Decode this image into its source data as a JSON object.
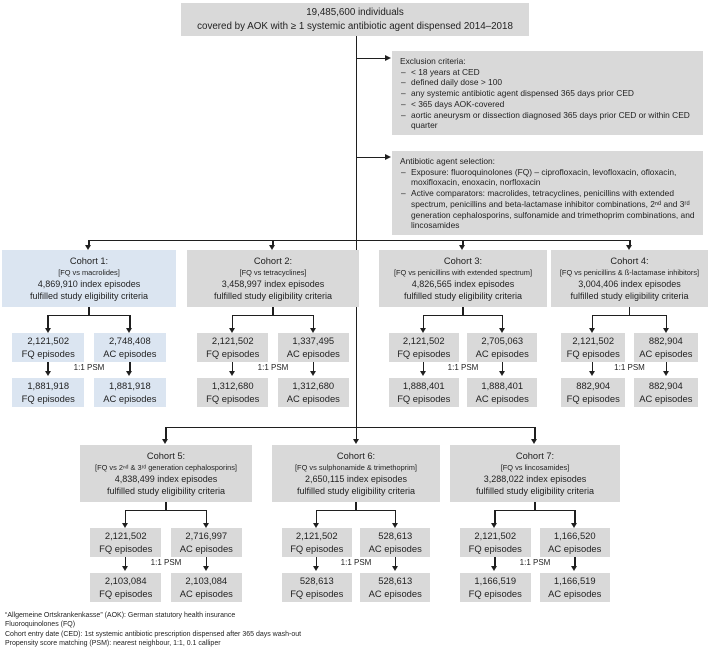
{
  "colors": {
    "box_gray": "#d9d9d9",
    "box_blue": "#dbe5f1",
    "line": "#1f1f1f"
  },
  "top_box": {
    "line1": "19,485,600 individuals",
    "line2": "covered by AOK with ≥ 1 systemic antibiotic agent dispensed 2014–2018"
  },
  "exclusion": {
    "title": "Exclusion criteria:",
    "items": [
      "< 18 years at CED",
      "defined daily dose > 100",
      "any systemic antibiotic agent dispensed 365 days prior CED",
      "< 365 days AOK-covered",
      "aortic aneurysm or dissection diagnosed 365 days prior CED or within CED quarter"
    ]
  },
  "selection": {
    "title": "Antibiotic agent selection:",
    "items": [
      "Exposure: fluoroquinolones (FQ) – ciprofloxacin, levofloxacin, ofloxacin, moxifloxacin, enoxacin, norfloxacin",
      "Active comparators: macrolides, tetracyclines, penicillins with extended spectrum, penicillins and beta-lactamase inhibitor combinations, 2ⁿᵈ and 3ʳᵈ generation cephalosporins, sulfonamide and trimethoprim combinations, and lincosamides"
    ]
  },
  "labels": {
    "criteria": "fulfilled study eligibility criteria",
    "fq": "FQ episodes",
    "ac": "AC episodes",
    "psm": "1:1 PSM"
  },
  "cohorts": [
    {
      "title": "Cohort 1:",
      "comparison": "[FQ vs macrolides]",
      "index_episodes": "4,869,910 index episodes",
      "fq_count": "2,121,502",
      "ac_count": "2,748,408",
      "fq_matched": "1,881,918",
      "ac_matched": "1,881,918"
    },
    {
      "title": "Cohort 2:",
      "comparison": "[FQ vs tetracyclines]",
      "index_episodes": "3,458,997 index episodes",
      "fq_count": "2,121,502",
      "ac_count": "1,337,495",
      "fq_matched": "1,312,680",
      "ac_matched": "1,312,680"
    },
    {
      "title": "Cohort 3:",
      "comparison": "[FQ vs penicillins with extended spectrum]",
      "index_episodes": "4,826,565 index episodes",
      "fq_count": "2,121,502",
      "ac_count": "2,705,063",
      "fq_matched": "1,888,401",
      "ac_matched": "1,888,401"
    },
    {
      "title": "Cohort 4:",
      "comparison": "[FQ vs penicillins & ß-lactamase inhibitors]",
      "index_episodes": "3,004,406 index episodes",
      "fq_count": "2,121,502",
      "ac_count": "882,904",
      "fq_matched": "882,904",
      "ac_matched": "882,904"
    },
    {
      "title": "Cohort 5:",
      "comparison": "[FQ vs 2ⁿᵈ & 3ʳᵈ generation cephalosporins]",
      "index_episodes": "4,838,499 index episodes",
      "fq_count": "2,121,502",
      "ac_count": "2,716,997",
      "fq_matched": "2,103,084",
      "ac_matched": "2,103,084"
    },
    {
      "title": "Cohort 6:",
      "comparison": "[FQ vs sulphonamide & trimethoprim]",
      "index_episodes": "2,650,115 index episodes",
      "fq_count": "2,121,502",
      "ac_count": "528,613",
      "fq_matched": "528,613",
      "ac_matched": "528,613"
    },
    {
      "title": "Cohort 7:",
      "comparison": "[FQ vs lincosamides]",
      "index_episodes": "3,288,022 index episodes",
      "fq_count": "2,121,502",
      "ac_count": "1,166,520",
      "fq_matched": "1,166,519",
      "ac_matched": "1,166,519"
    }
  ],
  "footnotes": [
    "“Allgemeine Ortskrankenkasse” (AOK): German statutory health insurance",
    "Fluoroquinolones (FQ)",
    "Cohort entry date (CED): 1st systemic antibiotic prescription dispensed after 365 days wash-out",
    "Propensity score matching (PSM): nearest neighbour, 1:1, 0.1 calliper"
  ]
}
